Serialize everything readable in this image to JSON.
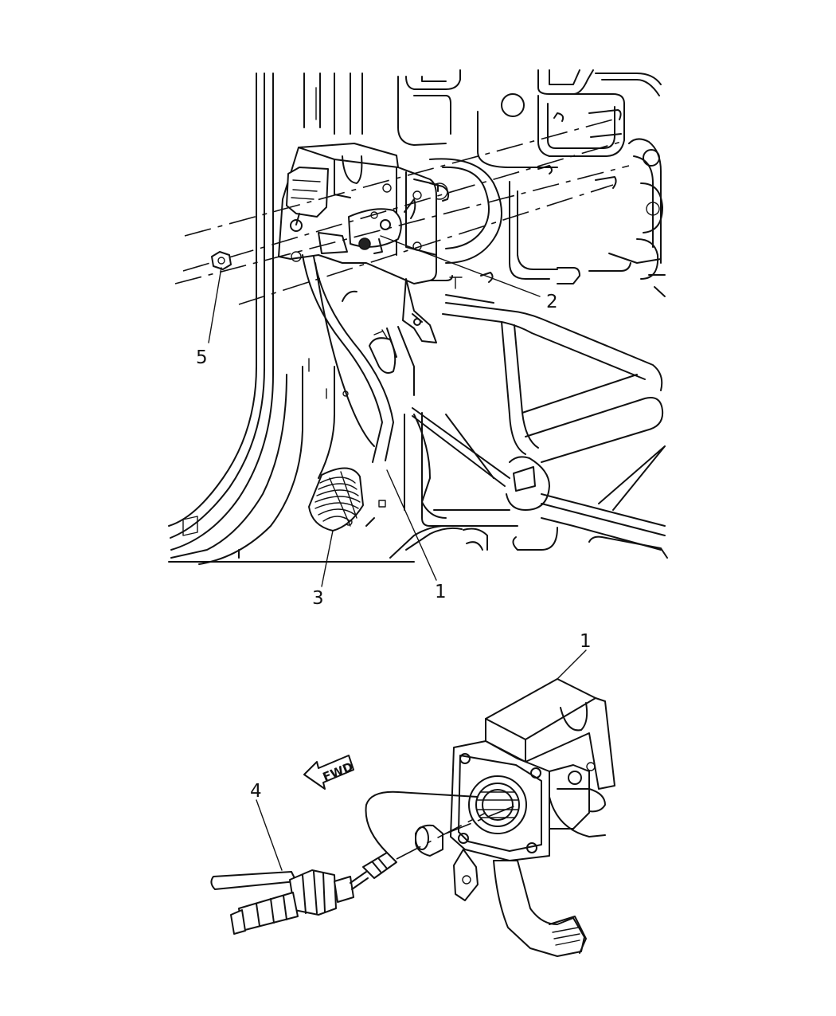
{
  "callouts": {
    "top_clutch_pedal_assembly": "1",
    "top_sensor": "2",
    "pedal_pad": "3",
    "master_cylinder": "4",
    "nut": "5",
    "bottom_clutch_pedal_assembly": "1"
  },
  "fwd_arrow": {
    "label": "FWD"
  }
}
